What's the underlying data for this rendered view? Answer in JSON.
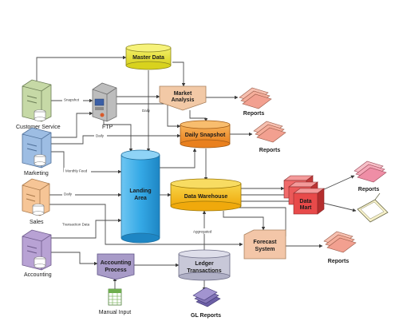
{
  "colors": {
    "customer_service": "#c6d9a6",
    "ftp": "#bdbdbd",
    "marketing": "#9dbde3",
    "sales": "#f6c596",
    "accounting": "#b8a2d4",
    "master_data": "#e8e43a",
    "market_analysis": "#f2c9a6",
    "daily_snapshot": "#f29433",
    "landing_area": "#35a9e6",
    "data_warehouse": "#f4c318",
    "data_mart": "#e84a4a",
    "forecast_system": "#f3c6a8",
    "accounting_process": "#a89bc8",
    "ledger_transactions": "#c8c8d8",
    "gl_reports": "#8476b8",
    "reports": "#f2a090",
    "manual_input": "#a9d18e"
  },
  "nodes": {
    "customer_service": "Customer Service",
    "ftp": "FTP",
    "marketing": "Marketing",
    "sales": "Sales",
    "accounting": "Accounting",
    "master_data": "Master Data",
    "market_analysis_l1": "Market",
    "market_analysis_l2": "Analysis",
    "daily_snapshot": "Daily Snapshot",
    "landing_area_l1": "Landing",
    "landing_area_l2": "Area",
    "data_warehouse": "Data Warehouse",
    "data_mart_l1": "Data",
    "data_mart_l2": "Mart",
    "forecast_l1": "Forecast",
    "forecast_l2": "System",
    "accounting_process_l1": "Accounting",
    "accounting_process_l2": "Process",
    "ledger_l1": "Ledger",
    "ledger_l2": "Transactions",
    "manual_input": "Manual Input",
    "gl_reports": "GL Reports",
    "reports_1": "Reports",
    "reports_2": "Reports",
    "reports_3": "Reports",
    "reports_4": "Reports"
  },
  "edge_labels": {
    "snapshot": "Snapshot",
    "daily_1": "Daily",
    "monthly_feed": "Monthly Feed",
    "daily_2": "Daily",
    "transaction_data": "Transaction Data",
    "daily_ftp": "Daily",
    "aggregated": "Aggregated"
  }
}
